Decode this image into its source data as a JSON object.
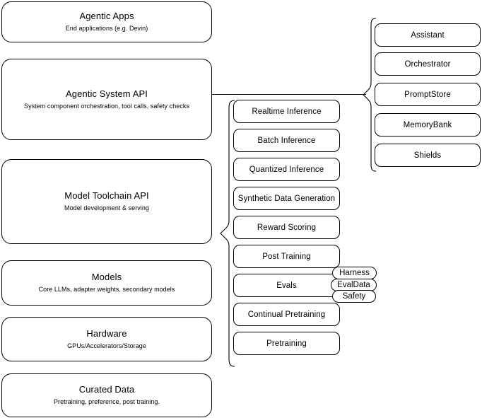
{
  "diagram": {
    "title": "AI stack layers diagram",
    "colors": {
      "stroke": "#000000",
      "background": "#ffffff",
      "text": "#000000"
    },
    "layers": [
      {
        "title": "Agentic Apps",
        "subtitle": "End applications (e.g. Devin)"
      },
      {
        "title": "Agentic System API",
        "subtitle": "System component orchestration, tool calls, safety checks"
      },
      {
        "title": "Model Toolchain API",
        "subtitle": "Model development & serving"
      },
      {
        "title": "Models",
        "subtitle": "Core LLMs, adapter weights, secondary models"
      },
      {
        "title": "Hardware",
        "subtitle": "GPUs/Accelerators/Storage"
      },
      {
        "title": "Curated Data",
        "subtitle": "Pretraining, preference, post training."
      }
    ],
    "toolchain_capabilities": [
      {
        "label": "Realtime Inference"
      },
      {
        "label": "Batch Inference"
      },
      {
        "label": "Quantized Inference"
      },
      {
        "label": "Synthetic Data Generation"
      },
      {
        "label": "Reward Scoring"
      },
      {
        "label": "Post Training"
      },
      {
        "label": "Evals"
      },
      {
        "label": "Continual Pretraining"
      },
      {
        "label": "Pretraining"
      }
    ],
    "eval_tags": [
      {
        "label": "Harness"
      },
      {
        "label": "EvalData"
      },
      {
        "label": "Safety"
      }
    ],
    "agentic_components": [
      {
        "label": "Assistant"
      },
      {
        "label": "Orchestrator"
      },
      {
        "label": "PromptStore"
      },
      {
        "label": "MemoryBank"
      },
      {
        "label": "Shields"
      }
    ]
  }
}
